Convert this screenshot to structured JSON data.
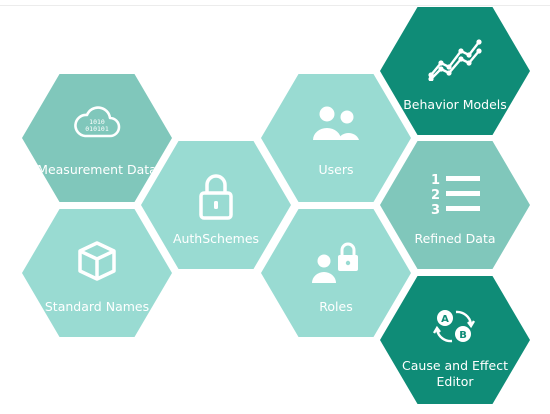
{
  "colors": {
    "light": "#99dbd2",
    "medium": "#80c7bb",
    "dark": "#0f8c77",
    "text": "#ffffff"
  },
  "tiles": {
    "measurement": {
      "label": "Measurement Data",
      "icon": "cloud-data-icon",
      "color": "#80c7bb"
    },
    "standard": {
      "label": "Standard Names",
      "icon": "cube-icon",
      "color": "#99dbd2"
    },
    "auth": {
      "label": "AuthSchemes",
      "icon": "lock-icon",
      "color": "#99dbd2"
    },
    "users": {
      "label": "Users",
      "icon": "users-icon",
      "color": "#99dbd2"
    },
    "roles": {
      "label": "Roles",
      "icon": "user-lock-icon",
      "color": "#99dbd2"
    },
    "behavior": {
      "label": "Behavior Models",
      "icon": "trend-chart-icon",
      "color": "#0f8c77"
    },
    "refined": {
      "label": "Refined Data",
      "icon": "numbered-list-icon",
      "color": "#80c7bb"
    },
    "cause": {
      "label": "Cause and Effect Editor",
      "icon": "ab-cycle-icon",
      "color": "#0f8c77"
    }
  },
  "cloud_icon_text": {
    "line1": "1010",
    "line2": "010101"
  }
}
